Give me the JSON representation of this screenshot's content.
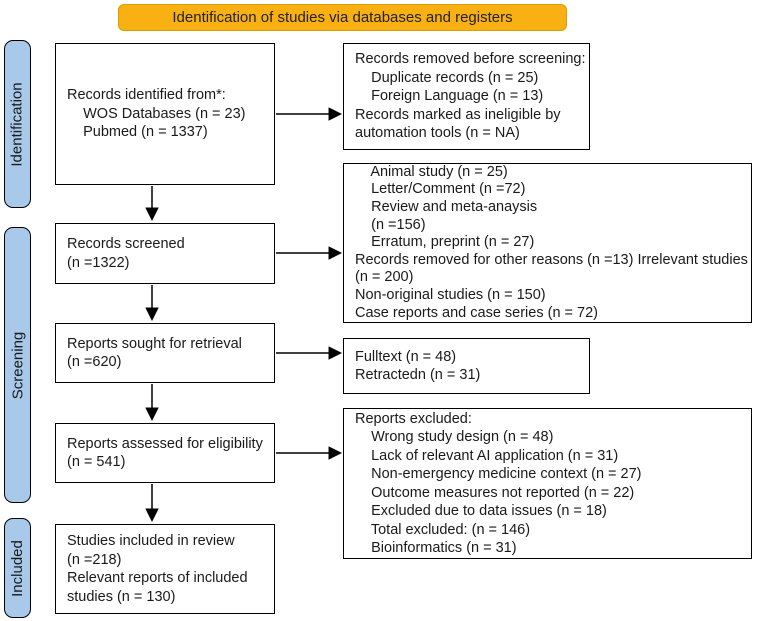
{
  "banner": {
    "label": "Identification of studies via databases and registers"
  },
  "stages": [
    {
      "label": "Identification"
    },
    {
      "label": "Screening"
    },
    {
      "label": "Included"
    }
  ],
  "boxes": {
    "records_identified": "Records identified from*:\n    WOS Databases (n = 23)\n    Pubmed (n = 1337)",
    "records_removed": "Records removed before screening:\n    Duplicate records (n = 25)\n    Foreign Language (n = 13)\nRecords marked as ineligible by\nautomation tools (n = NA)",
    "records_screened": "Records screened\n(n =1322)",
    "screening_excluded": "    Animal study (n = 25)\n    Letter/Comment (n =72)\n    Review and meta-anaysis\n    (n =156)\n    Erratum, preprint (n = 27)\nRecords removed for other reasons (n =13) Irrelevant studies\n(n = 200)\nNon-original studies (n = 150)\nCase reports and case series (n = 72)",
    "reports_sought": "Reports sought for retrieval\n(n =620)",
    "reports_not_retrieved": "Fulltext (n = 48)\nRetractedn (n = 31)",
    "reports_assessed": "Reports assessed for eligibility\n(n = 541)",
    "reports_excluded": "Reports excluded:\n    Wrong study design (n = 48)\n    Lack of relevant AI application (n = 31)\n    Non-emergency medicine context (n = 27)\n    Outcome measures not reported (n = 22)\n    Excluded due to data issues (n = 18)\n    Total excluded: (n = 146)\n    Bioinformatics (n = 31)",
    "studies_included": "Studies included in review\n(n =218)\nRelevant reports of included\nstudies (n = 130)"
  },
  "colors": {
    "banner_fill": "#F9B013",
    "banner_border": "#DD9B00",
    "stage_fill": "#A9C9EB",
    "box_border": "#000000",
    "arrow": "#000000"
  }
}
